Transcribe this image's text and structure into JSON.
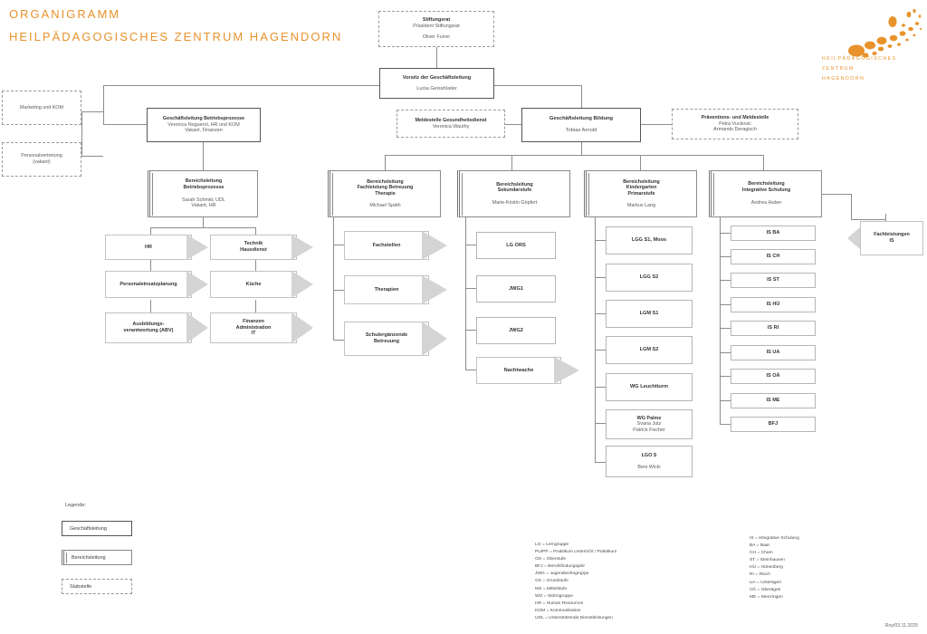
{
  "title": {
    "line1": "ORGANIGRAMM",
    "line2": "HEILPÄDAGOGISCHES ZENTRUM HAGENDORN",
    "color": "#E8922B"
  },
  "logo": {
    "name": "hpz-logo",
    "line1": "HEILPÄDAGOGISCHES",
    "line2": "ZENTRUM",
    "line3": "HAGENDORN",
    "color": "#E8922B"
  },
  "nodes": {
    "stiftungsrat": {
      "title": "Stiftungsrat",
      "sub1": "Präsident Stiftungsrat",
      "sub2": "Oliver Furrer"
    },
    "vorsitz": {
      "title": "Vorsitz der Geschäftsleitung",
      "sub1": "Lucia Geisshüsler"
    },
    "marketing": {
      "title": "Marketing und KOM"
    },
    "personalvertretung": {
      "title": "Personalvertretung",
      "sub1": "(vakant)"
    },
    "gl_betrieb": {
      "title": "Geschäftsleitung Betriebsprozesse",
      "sub1": "Veronica Noguerol, HR und KOM",
      "sub2": "Vakant, Finanzen"
    },
    "meldestelle": {
      "title": "Meldestelle Gesundheitsdienst",
      "sub1": "Veronica Wauthy"
    },
    "gl_bildung": {
      "title": "Geschäftsleitung Bildung",
      "sub1": "Tobias Arnold"
    },
    "praevention": {
      "title": "Präventions- und Meldestelle",
      "sub1": "Petra Vuckovic",
      "sub2": "Armando Deragisch"
    },
    "bl_betrieb": {
      "title1": "Bereichsleitung",
      "title2": "Betriebsprozesse",
      "sub1": "Sarah Schmid, UDL",
      "sub2": "Vakant, HR"
    },
    "bl_fachleistung": {
      "title1": "Bereichsleitung",
      "title2": "Fachleistung Betreuung",
      "title3": "Therapie",
      "sub1": "Michael Späth"
    },
    "bl_sekundarstufe": {
      "title1": "Bereichsleitung",
      "title2": "Sekundarstufe",
      "sub1": "Marie-Kristin Göpfert"
    },
    "bl_kindergarten": {
      "title1": "Bereichsleitung",
      "title2": "Kindergarten",
      "title3": "Primarstufe",
      "sub1": "Markus Lang"
    },
    "bl_integrative": {
      "title1": "Bereichsleitung",
      "title2": "Integrative Schulung",
      "sub1": "Andrea Huber"
    },
    "fachleistungen_is": {
      "title1": "Fachleistungen",
      "title2": "IS"
    }
  },
  "columns": {
    "betrieb_col1": [
      {
        "title": "HR"
      },
      {
        "title": "Personaleinsatzplanung"
      },
      {
        "title": "Ausbildungs-",
        "title2": "verantwortung (ABV)"
      }
    ],
    "betrieb_col2": [
      {
        "title": "Technik",
        "title2": "Hausdienst"
      },
      {
        "title": "Küche"
      },
      {
        "title": "Finanzen",
        "title2": "Administration",
        "title3": "IT"
      }
    ],
    "fachleistung": [
      {
        "title": "Fachstellen"
      },
      {
        "title": "Therapien"
      },
      {
        "title": "Schulergänzende",
        "title2": "Betreuung"
      }
    ],
    "sekundarstufe": [
      {
        "title": "LG ORS",
        "chevron": false
      },
      {
        "title": "JWG1",
        "chevron": false
      },
      {
        "title": "JWG2",
        "chevron": false
      },
      {
        "title": "Nachtwache",
        "chevron": true
      }
    ],
    "kindergarten": [
      {
        "title": "LGG S1, Moos"
      },
      {
        "title": "LGG S2"
      },
      {
        "title": "LGM S1"
      },
      {
        "title": "LGM S2"
      },
      {
        "title": "WG Leuchtturm"
      },
      {
        "title": "WG Palme",
        "sub1": "Svana Jutz",
        "sub2": "Patrick Fischer"
      },
      {
        "title": "LGO S",
        "sub1": "Beni Wicki"
      }
    ],
    "integrative": [
      {
        "title": "IS BA"
      },
      {
        "title": "IS CH"
      },
      {
        "title": "IS ST"
      },
      {
        "title": "IS HÜ"
      },
      {
        "title": "IS RI"
      },
      {
        "title": "IS UA"
      },
      {
        "title": "IS OÄ"
      },
      {
        "title": "IS ME"
      },
      {
        "title": "BFJ"
      }
    ]
  },
  "legend": {
    "label": "Legende:",
    "items": [
      {
        "text": "Geschäftsleitung",
        "style": "gl"
      },
      {
        "text": "Bereichsleitung",
        "style": "bl"
      },
      {
        "text": "Stabstelle",
        "style": "stab"
      }
    ]
  },
  "abbreviations": {
    "left": "LG = Lerngruppe\nPU/PP = Praktikum Unterricht / Praktikum\nOS = Oberstufe\nBFJ = Berufsfindungsjahr\nJWG = Jugendwohngruppe\nGS = Grundstufe\nMS = Mittelstufe\nWG = Wohngruppe\nHR = Human Resources\nKOM = Kommunikation\nUDL = Unterstützende Dienstleistungen",
    "right": "IS = Integrative Schulung\nBA = Baar\nCH = Cham\nST = Steinhausen\nHÜ = Hünenberg\nRI = Risch\nUA = Unterägeri\nOÄ = Oberägeri\nME = Menzingen"
  },
  "footer": {
    "text": "Roy/03.11.2025"
  }
}
